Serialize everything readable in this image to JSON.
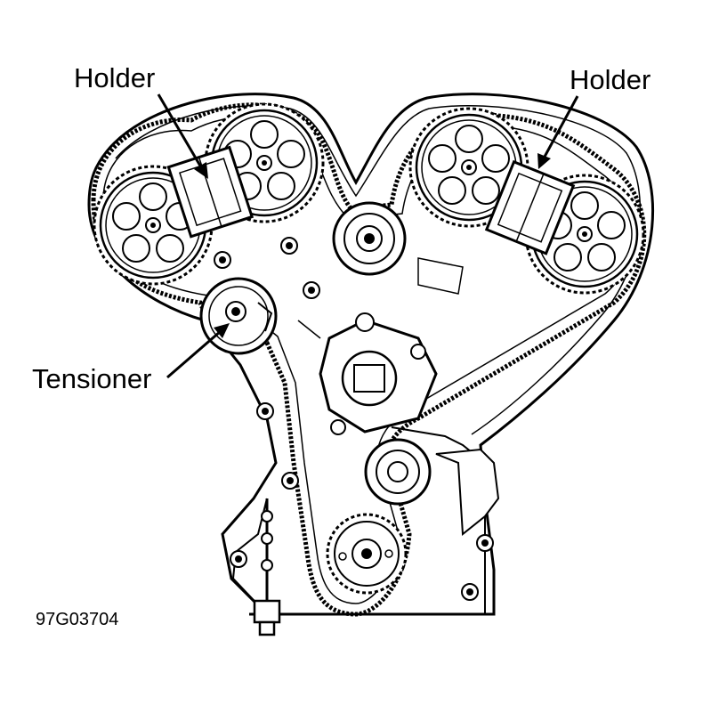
{
  "labels": {
    "holder_left": "Holder",
    "holder_right": "Holder",
    "tensioner": "Tensioner",
    "figure_code": "97G03704"
  },
  "colors": {
    "ink": "#000000",
    "paper": "#ffffff"
  }
}
